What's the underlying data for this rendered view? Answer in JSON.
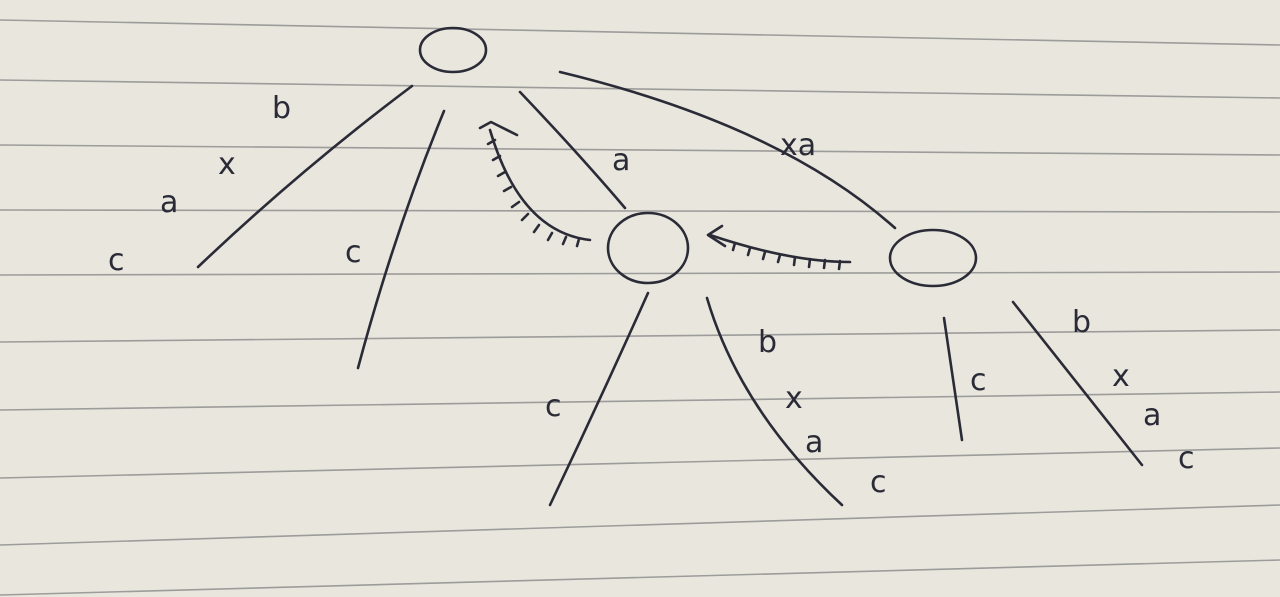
{
  "diagram": {
    "paper_color": "#e9e6de",
    "ink_color": "#2a2b36",
    "nodes": [
      {
        "id": "root",
        "label": ""
      },
      {
        "id": "mid",
        "label": ""
      },
      {
        "id": "right",
        "label": ""
      }
    ],
    "edges": [
      {
        "from": "root",
        "to": "leaf-1",
        "label": "bxac"
      },
      {
        "from": "root",
        "to": "leaf-2",
        "label": "c"
      },
      {
        "from": "root",
        "to": "mid",
        "label": "a"
      },
      {
        "from": "root",
        "to": "right",
        "label": "xa"
      },
      {
        "from": "mid",
        "to": "leaf-3",
        "label": "c"
      },
      {
        "from": "mid",
        "to": "leaf-4",
        "label": "bxac"
      },
      {
        "from": "right",
        "to": "leaf-5",
        "label": "c"
      },
      {
        "from": "right",
        "to": "leaf-6",
        "label": "bxac"
      }
    ],
    "suffix_links": [
      {
        "from": "mid",
        "to": "root"
      },
      {
        "from": "right",
        "to": "mid"
      }
    ],
    "texts": {
      "b1": "b",
      "x1": "x",
      "a1": "a",
      "c1": "c",
      "c2": "c",
      "a2": "a",
      "xa": "xa",
      "c3": "c",
      "b4": "b",
      "x4": "x",
      "a4": "a",
      "c4": "c",
      "c5": "c",
      "b6": "b",
      "x6": "x",
      "a6": "a",
      "c6": "c"
    }
  }
}
